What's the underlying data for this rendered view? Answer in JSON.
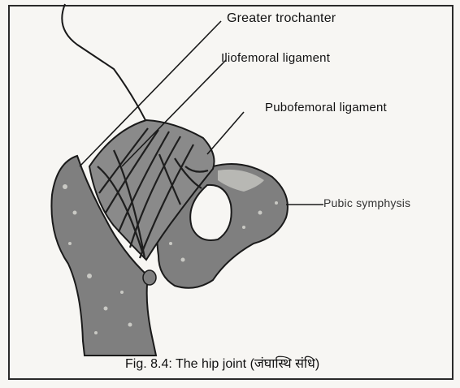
{
  "labels": {
    "greater_trochanter": "Greater trochanter",
    "iliofemoral_ligament": "Iliofemoral ligament",
    "pubofemoral_ligament": "Pubofemoral ligament",
    "pubic_symphysis": "Pubic symphysis"
  },
  "caption": "Fig. 8.4: The hip joint (जंघास्थि संधि)",
  "colors": {
    "bone": "#7f7f7f",
    "ligament": "#8a8a8a",
    "outline": "#1a1a1a",
    "paper": "#f7f6f3"
  }
}
